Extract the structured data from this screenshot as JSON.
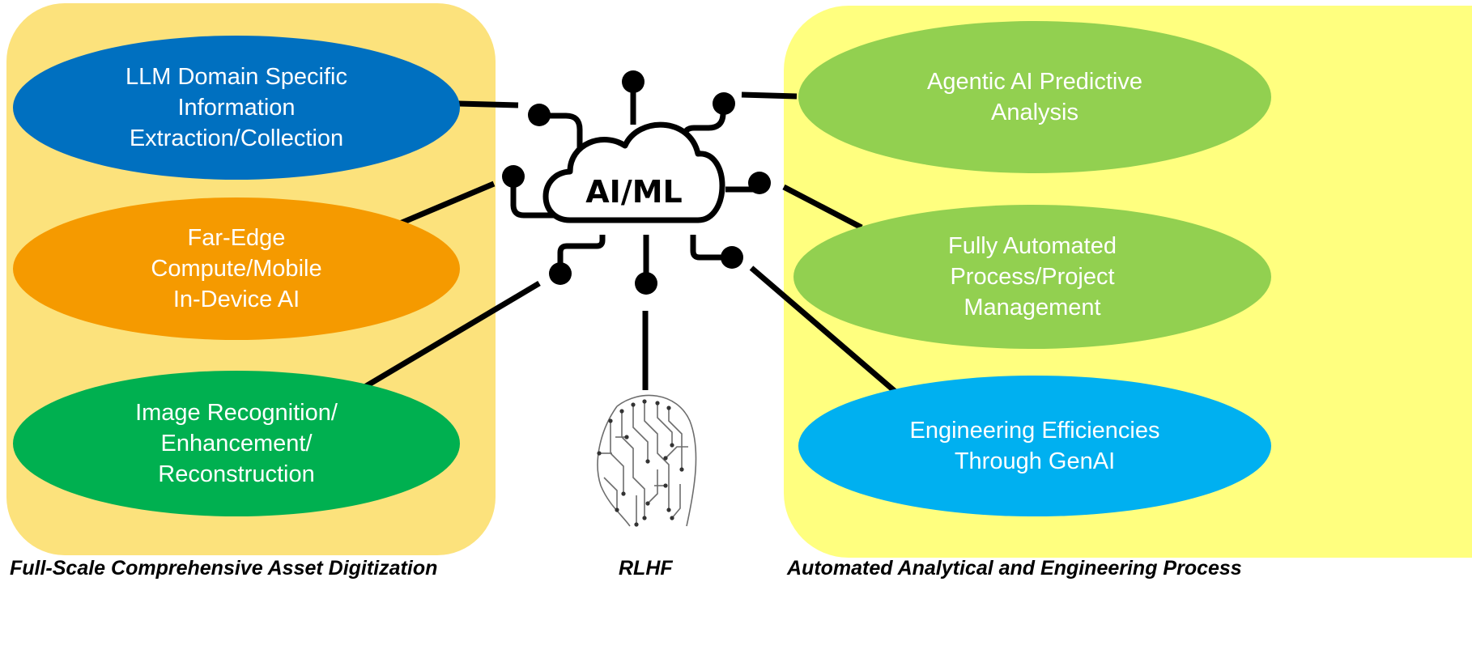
{
  "left_panel": {
    "ellipses": [
      {
        "lines": [
          "LLM Domain Specific",
          "Information",
          "Extraction/Collection"
        ],
        "color": "#0070C0"
      },
      {
        "lines": [
          "Far-Edge",
          "Compute/Mobile",
          "In-Device AI"
        ],
        "color": "#F59A00"
      },
      {
        "lines": [
          "Image Recognition/",
          "Enhancement/",
          "Reconstruction"
        ],
        "color": "#00B050"
      }
    ],
    "caption": "Full-Scale Comprehensive Asset Digitization",
    "background": "#FCE27C"
  },
  "right_panel": {
    "ellipses": [
      {
        "lines": [
          "Agentic AI Predictive",
          "Analysis"
        ],
        "color": "#92D050"
      },
      {
        "lines": [
          "Fully Automated",
          "Process/Project",
          "Management"
        ],
        "color": "#92D050"
      },
      {
        "lines": [
          "Engineering Efficiencies",
          "Through GenAI"
        ],
        "color": "#00B0F0"
      }
    ],
    "caption": "Automated Analytical and Engineering Process",
    "background": "#FFFF7F"
  },
  "center": {
    "cloud_label": "AI/ML",
    "brain_icon": "circuit-brain-icon",
    "caption": "RLHF"
  }
}
